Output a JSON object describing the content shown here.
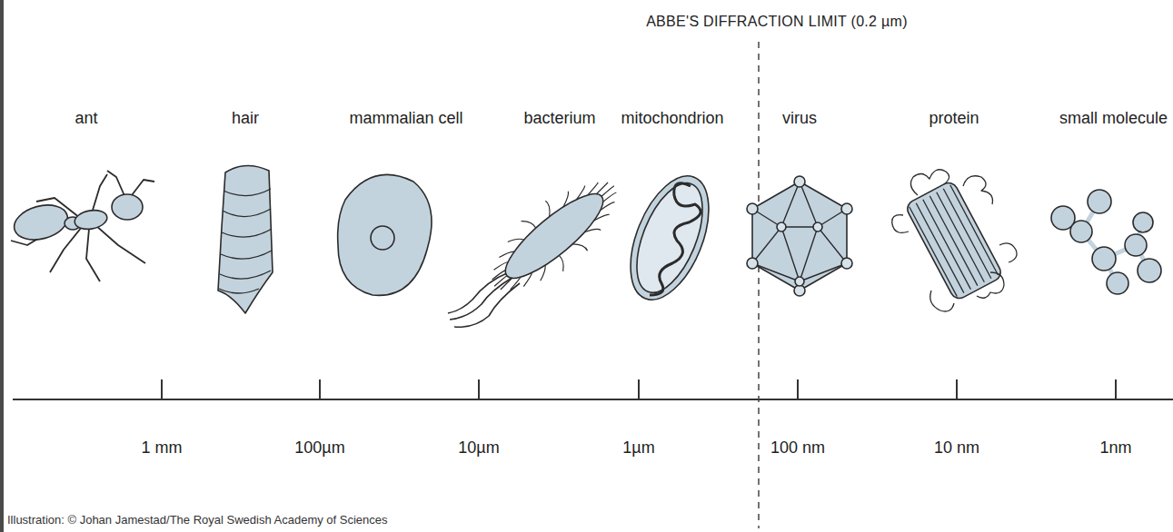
{
  "diagram": {
    "caption": "Illustration: © Johan Jamestad/The Royal Swedish Academy of Sciences",
    "labels": [
      "ABBE'S DIFFRACTION LIMIT (0.2 µm)",
      "ant",
      "hair",
      "mammalian cell",
      "bacterium",
      "mitochondrion",
      "virus",
      "protein",
      "small molecule",
      "1 mm",
      "100µm",
      "10µm",
      "1µm",
      "100 nm",
      "10 nm",
      "1nm"
    ]
  }
}
